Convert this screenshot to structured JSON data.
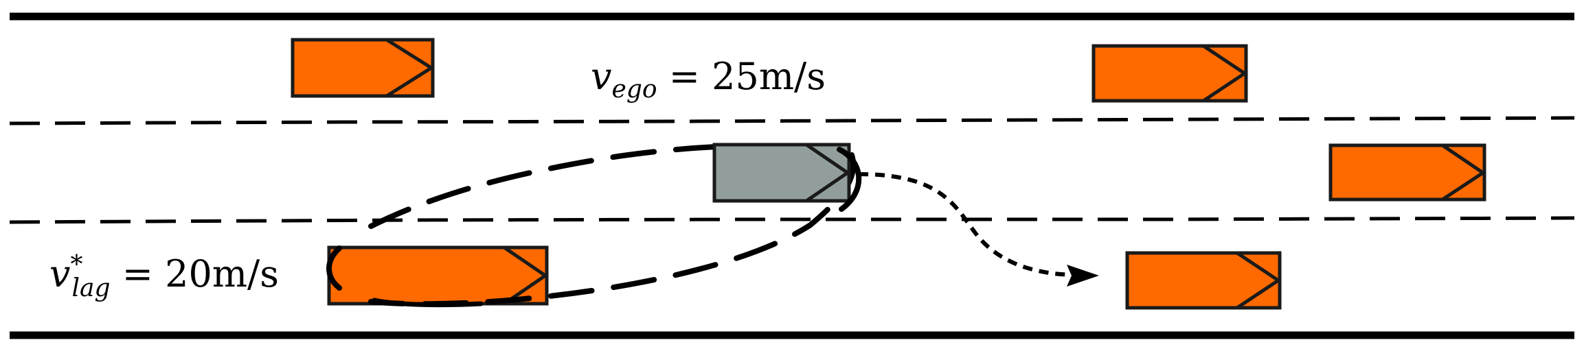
{
  "colors": {
    "background": "#ffffff",
    "road_line": "#000000",
    "traffic_car_fill": "#ff6a00",
    "ego_car_fill": "#919e9c",
    "car_outline": "#1a1a1a"
  },
  "labels": {
    "ego_speed": {
      "var": "v",
      "sub": "ego",
      "rest": " = 25m/s"
    },
    "lag_speed": {
      "var": "v",
      "sup": "*",
      "sub": "lag",
      "rest": " = 20m/s"
    }
  },
  "road": {
    "lanes": 3,
    "lane_separator_style": "dashed",
    "boundary_style": "solid"
  },
  "vehicles": {
    "ego": {
      "icon": "car-icon",
      "lane": "middle",
      "color_role": "ego"
    },
    "traffic": [
      {
        "icon": "car-icon",
        "lane": "top"
      },
      {
        "icon": "car-icon",
        "lane": "top"
      },
      {
        "icon": "car-icon",
        "lane": "middle"
      },
      {
        "icon": "car-icon",
        "lane": "bottom"
      },
      {
        "icon": "car-icon",
        "lane": "bottom"
      }
    ]
  },
  "trajectory": {
    "type": "lane-change",
    "from_lane": "middle",
    "to_lane": "bottom",
    "style": "dotted-arrow"
  },
  "uncertainty_region": {
    "shape": "ellipse",
    "style": "dashed"
  }
}
